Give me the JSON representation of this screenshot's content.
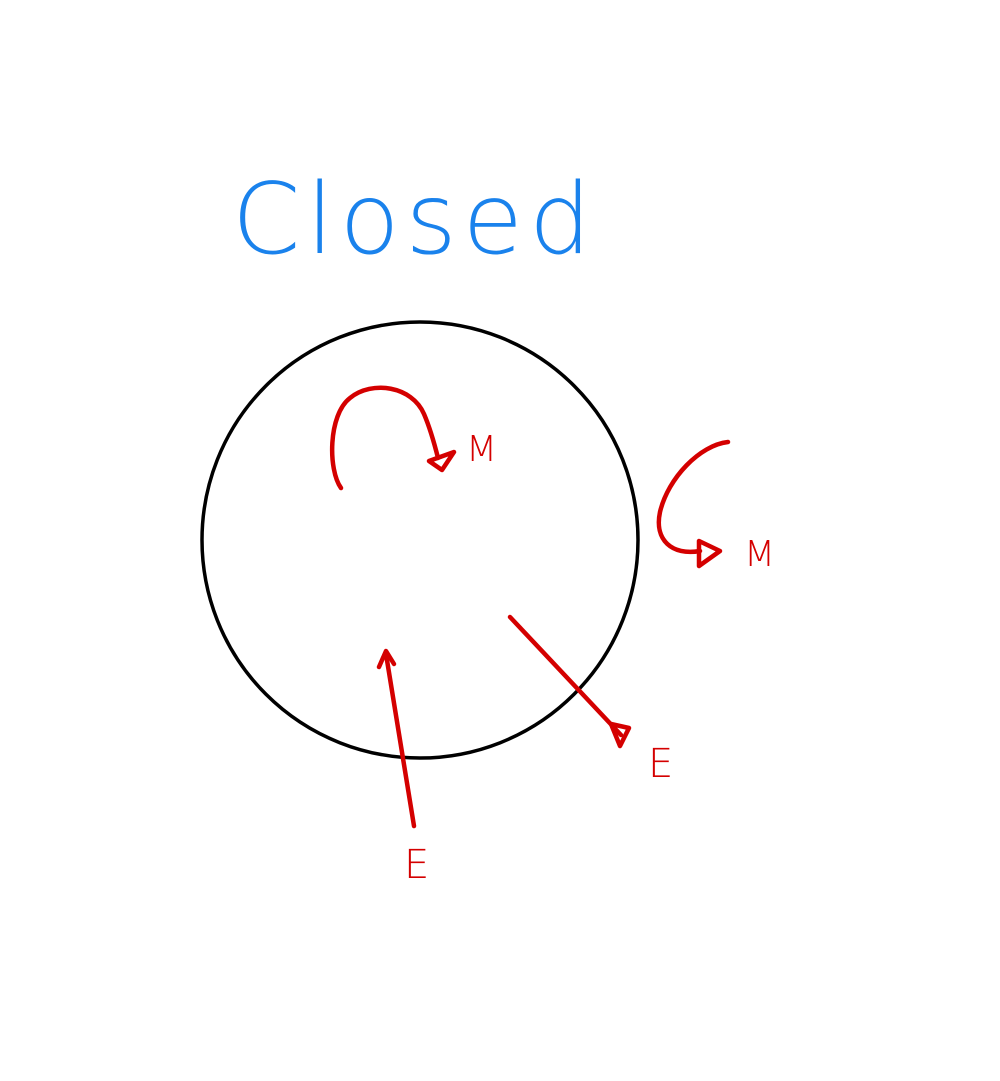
{
  "title": "Closed",
  "colors": {
    "title": "#1a82ec",
    "system_boundary": "#000000",
    "flows": "#d40000",
    "background": "#ffffff"
  },
  "labels": {
    "mass_inside": "M",
    "mass_outside": "M",
    "energy_in": "E",
    "energy_out": "E"
  }
}
